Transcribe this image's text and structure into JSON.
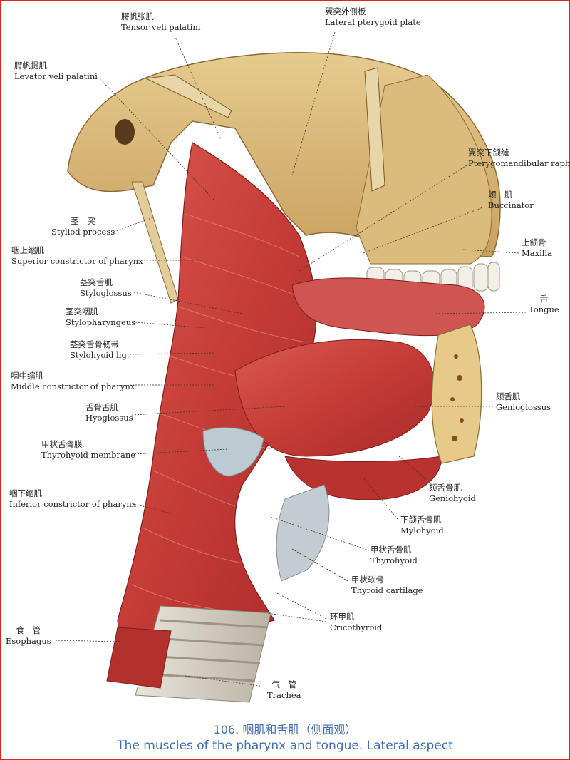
{
  "labels": {
    "tensor_veli_palatini": {
      "zh": "腭帆张肌",
      "en": "Tensor veli palatini"
    },
    "lateral_pterygoid_plate": {
      "zh": "翼突外侧板",
      "en": "Lateral pterygoid plate"
    },
    "levator_veli_palatini": {
      "zh": "腭帆提肌",
      "en": "Levator veli palatini"
    },
    "pterygomandibular_raphe": {
      "zh": "翼突下颌缝",
      "en": "Pterygomandibular raphe"
    },
    "buccinator": {
      "zh": "颊　肌",
      "en": "Buccinator"
    },
    "styloid_process": {
      "zh": "茎　突",
      "en": "Styliod process"
    },
    "maxilla": {
      "zh": "上颌骨",
      "en": "Maxilla"
    },
    "superior_constrictor": {
      "zh": "咽上缩肌",
      "en": "Superior constrictor of pharynx"
    },
    "styloglossus": {
      "zh": "茎突舌肌",
      "en": "Styloglossus"
    },
    "tongue": {
      "zh": "舌",
      "en": "Tongue"
    },
    "stylopharyngeus": {
      "zh": "茎突咽肌",
      "en": "Stylopharyngeus"
    },
    "stylohyoid_lig": {
      "zh": "茎突舌骨韧带",
      "en": "Stylohyoid lig."
    },
    "middle_constrictor": {
      "zh": "咽中缩肌",
      "en": "Middle constrictor of pharynx"
    },
    "genioglossus": {
      "zh": "颏舌肌",
      "en": "Genioglossus"
    },
    "hyoglossus": {
      "zh": "舌骨舌肌",
      "en": "Hyoglossus"
    },
    "thyrohyoid_membrane": {
      "zh": "甲状舌骨膜",
      "en": "Thyrohyoid membrane"
    },
    "geniohyoid": {
      "zh": "颏舌骨肌",
      "en": "Geniohyoid"
    },
    "inferior_constrictor": {
      "zh": "咽下缩肌",
      "en": "Inferior constrictor of pharynx"
    },
    "mylohyoid": {
      "zh": "下颌舌骨肌",
      "en": "Mylohyoid"
    },
    "thyrohyoid": {
      "zh": "甲状舌骨肌",
      "en": "Thyrohyoid"
    },
    "thyroid_cartilage": {
      "zh": "甲状软骨",
      "en": "Thyroid cartilage"
    },
    "cricothyroid": {
      "zh": "环甲肌",
      "en": "Cricothyroid"
    },
    "esophagus": {
      "zh": "食　管",
      "en": "Esophagus"
    },
    "trachea": {
      "zh": "气　管",
      "en": "Trachea"
    }
  },
  "caption": {
    "number_title": "106. 咽肌和舌肌（侧面观）",
    "english_title": "The muscles of the pharynx and tongue. Lateral aspect"
  },
  "colors": {
    "caption": "#3d6fb3",
    "muscle": "#c8433e",
    "bone": "#d9b877",
    "cartilage": "#bcc8cf",
    "border": "#dd2222"
  }
}
